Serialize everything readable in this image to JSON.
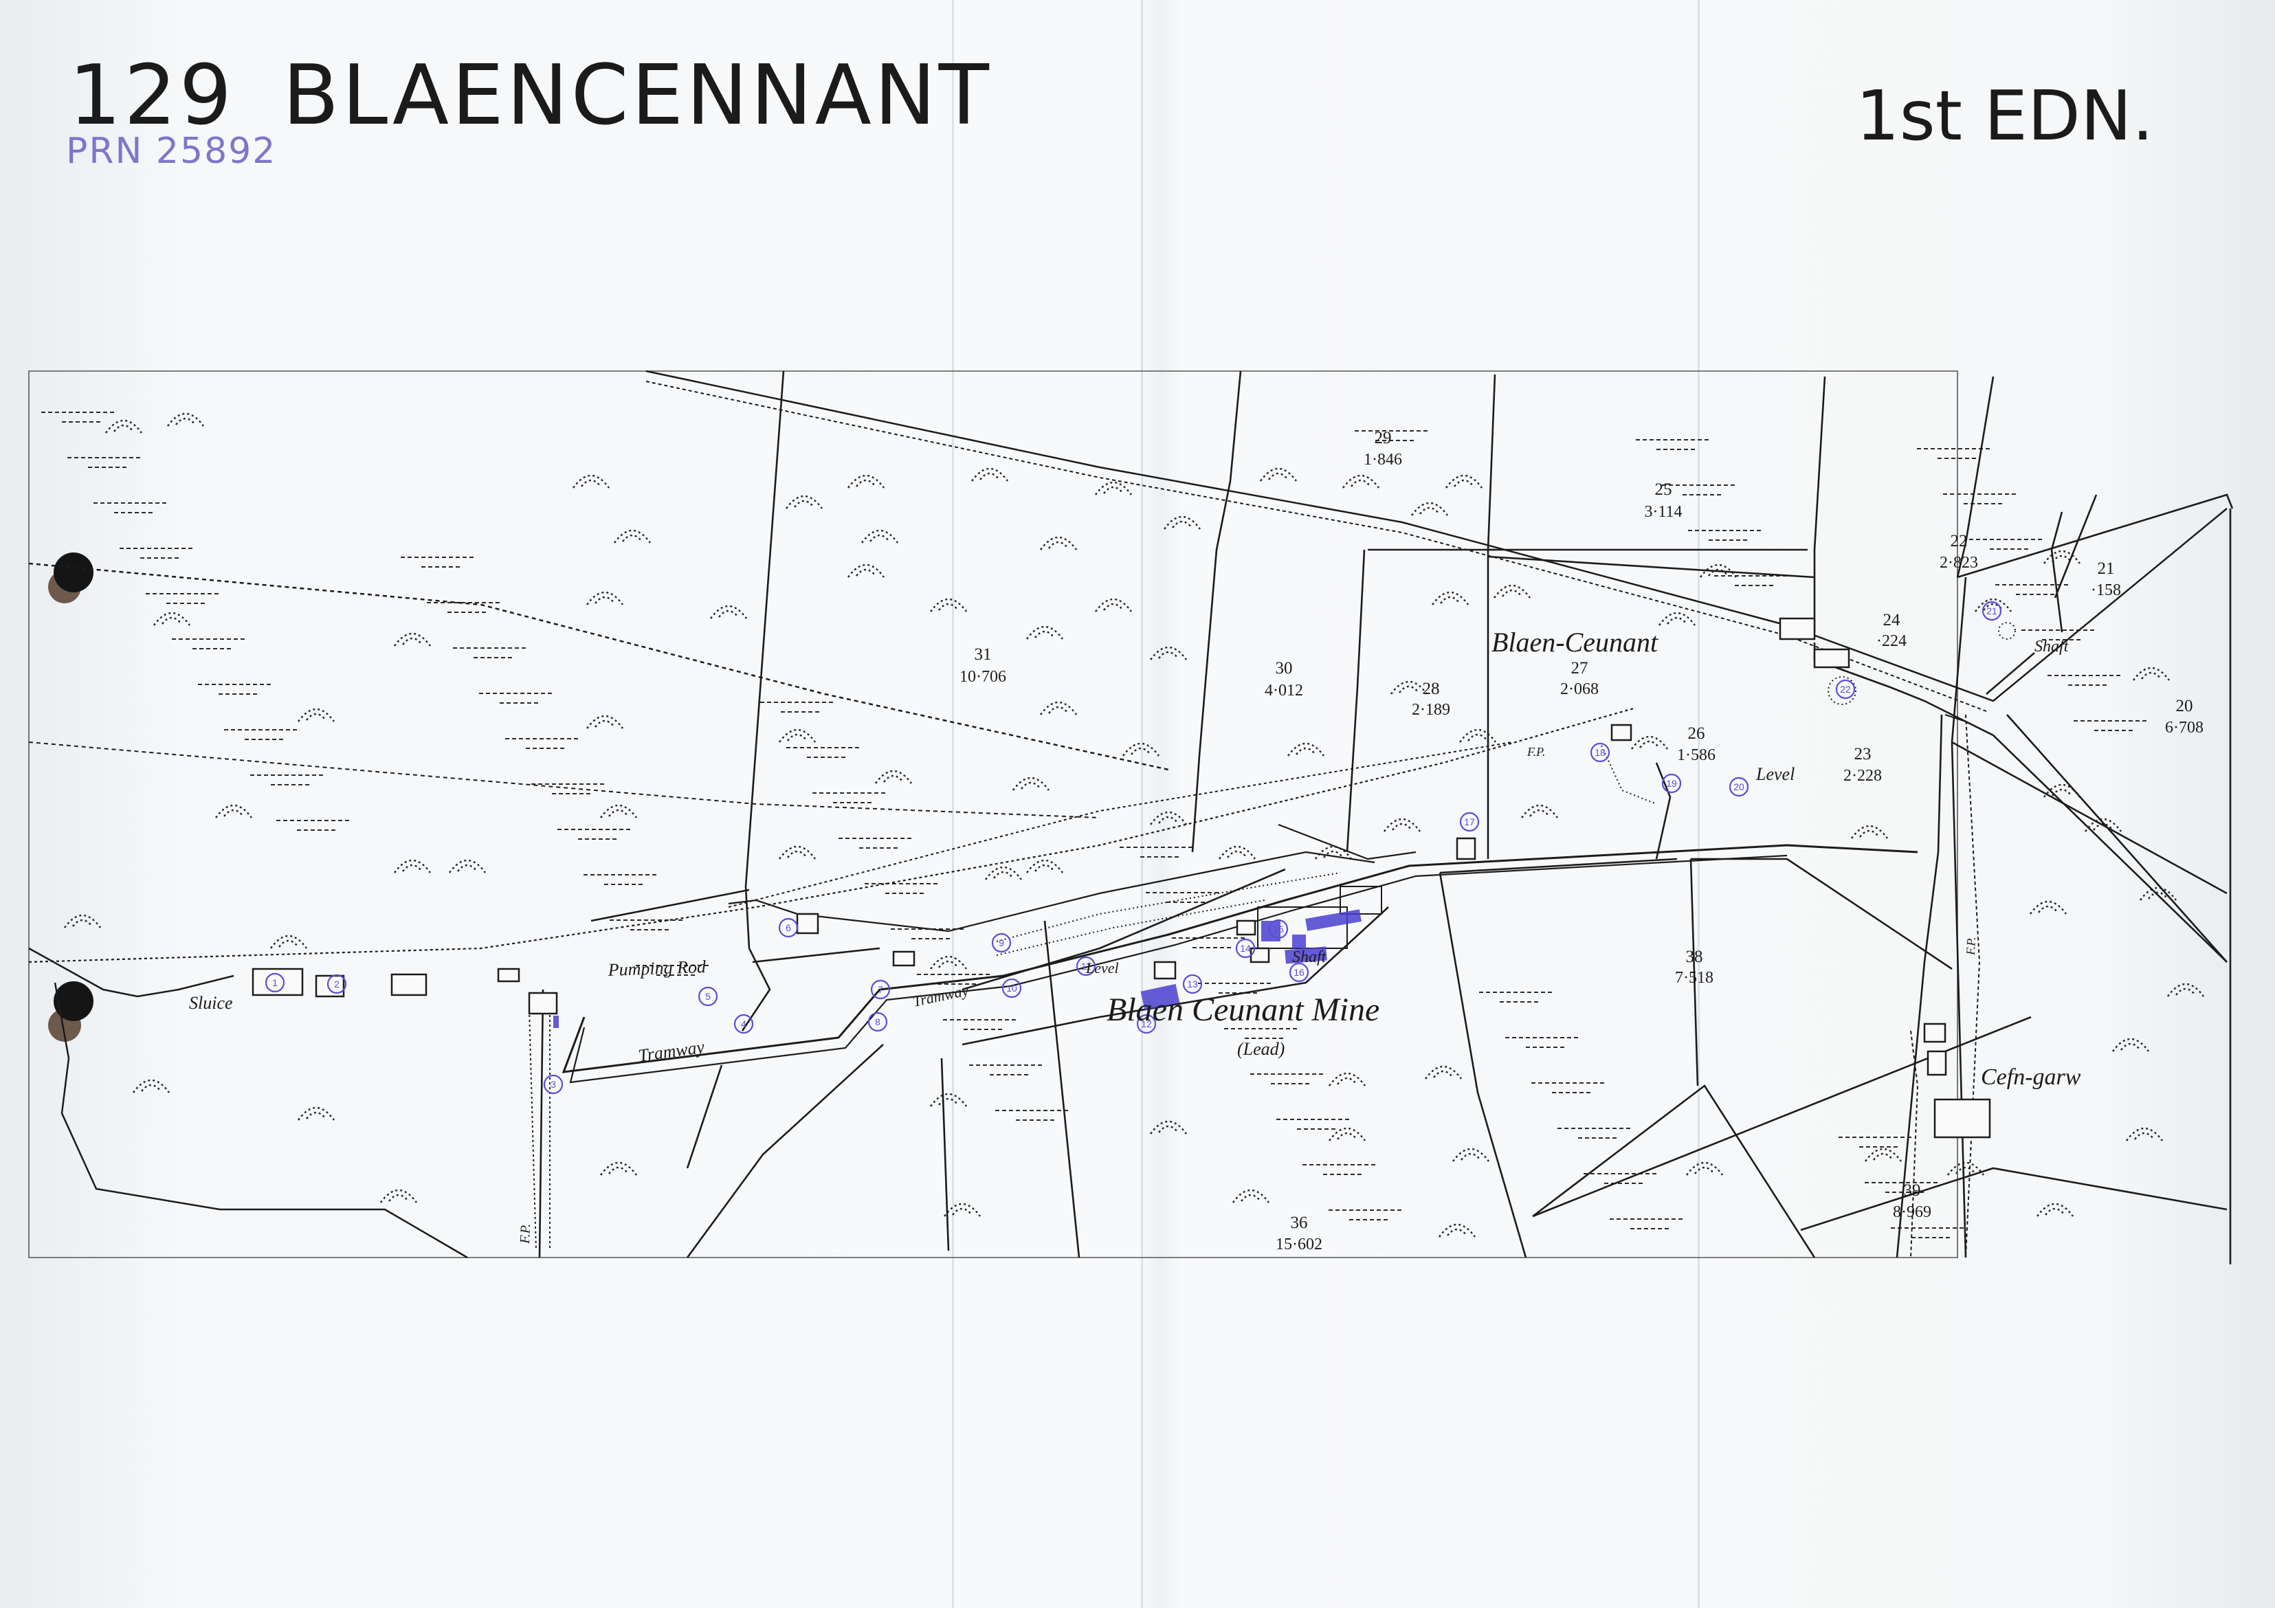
{
  "annotations": {
    "sheet_number": "129",
    "site_name": "BLAENCENNANT",
    "prn": "PRN 25892",
    "edition": "1st EDN."
  },
  "map_labels": {
    "blaen_ceunant": "Blaen-Ceunant",
    "mine_name": "Blaen Ceunant Mine",
    "mine_type": "(Lead)",
    "cefn_garw": "Cefn-garw",
    "sluice": "Sluice",
    "pumping_rod": "Pumping Rod",
    "tramway_1": "Tramway",
    "tramway_2": "Tramway",
    "level_1": "Level",
    "level_2": "Level",
    "shaft_1": "Shaft",
    "shaft_2": "Shaft",
    "fp_1": "F.P.",
    "fp_2": "F.P.",
    "fp_3": "F.P."
  },
  "parcels": [
    {
      "id": "p29",
      "number": "29",
      "area": "1·846"
    },
    {
      "id": "p25",
      "number": "25",
      "area": "3·114"
    },
    {
      "id": "p22",
      "number": "22",
      "area": "2·823"
    },
    {
      "id": "p21",
      "number": "21",
      "area": "·158"
    },
    {
      "id": "p24",
      "number": "24",
      "area": "·224"
    },
    {
      "id": "p31",
      "number": "31",
      "area": "10·706"
    },
    {
      "id": "p30",
      "number": "30",
      "area": "4·012"
    },
    {
      "id": "p28",
      "number": "28",
      "area": "2·189"
    },
    {
      "id": "p27",
      "number": "27",
      "area": "2·068"
    },
    {
      "id": "p26",
      "number": "26",
      "area": "1·586"
    },
    {
      "id": "p23",
      "number": "23",
      "area": "2·228"
    },
    {
      "id": "p20",
      "number": "20",
      "area": "6·708"
    },
    {
      "id": "p38",
      "number": "38",
      "area": "7·518"
    },
    {
      "id": "p39",
      "number": "39",
      "area": "8·969"
    },
    {
      "id": "p36",
      "number": "36",
      "area": "15·602"
    }
  ],
  "site_markers": [
    "1",
    "2",
    "3",
    "4",
    "5",
    "6",
    "7",
    "8",
    "9",
    "10",
    "11",
    "12",
    "13",
    "14",
    "15",
    "16",
    "17",
    "18",
    "19",
    "20",
    "21",
    "22"
  ],
  "colors": {
    "ink": "#1c1c1c",
    "marker": "#5a4fd8",
    "paper": "#f6f8f9"
  }
}
